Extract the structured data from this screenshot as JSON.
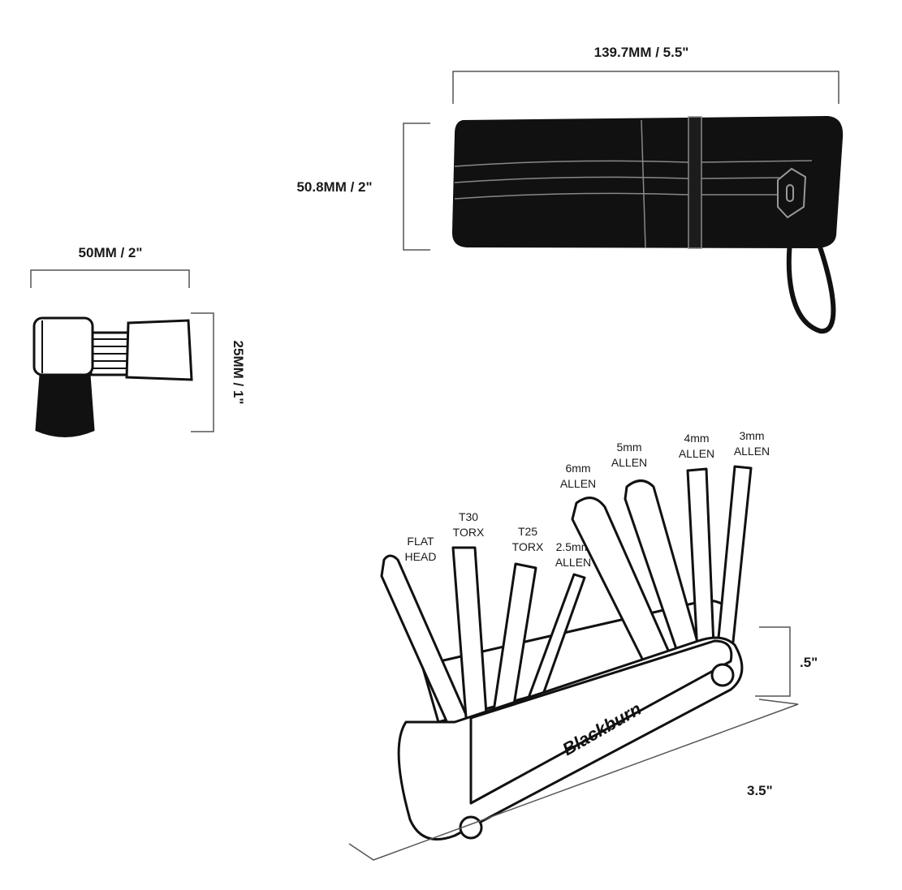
{
  "bag": {
    "width_label": "139.7MM / 5.5\"",
    "height_label": "50.8MM / 2\""
  },
  "inflator": {
    "width_label": "50MM / 2\"",
    "height_label": "25MM / 1\""
  },
  "multitool": {
    "thickness_label": ".5\"",
    "length_label": "3.5\"",
    "logo_text": "Blackburn",
    "tools": [
      {
        "line1": "FLAT",
        "line2": "HEAD"
      },
      {
        "line1": "T30",
        "line2": "TORX"
      },
      {
        "line1": "T25",
        "line2": "TORX"
      },
      {
        "line1": "2.5mm",
        "line2": "ALLEN"
      },
      {
        "line1": "6mm",
        "line2": "ALLEN"
      },
      {
        "line1": "5mm",
        "line2": "ALLEN"
      },
      {
        "line1": "4mm",
        "line2": "ALLEN"
      },
      {
        "line1": "3mm",
        "line2": "ALLEN"
      }
    ]
  },
  "colors": {
    "ink": "#111111",
    "dimension": "#555555"
  }
}
